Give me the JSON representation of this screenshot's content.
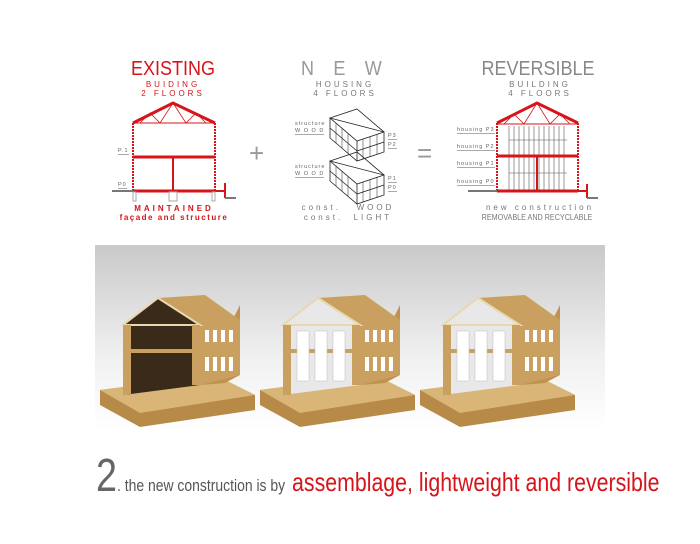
{
  "colors": {
    "accent": "#d7141a",
    "gray": "#888888",
    "wood": "#c9a060"
  },
  "existing": {
    "title": "EXISTING",
    "sub1": "BUIDING",
    "sub2": "2 FLOORS",
    "levels": [
      "P.1",
      "P0"
    ],
    "note1": "MAINTAINED",
    "note2": "façade and structure"
  },
  "plus": "+",
  "new": {
    "title": "N E W",
    "sub1": "HOUSING",
    "sub2": "4 FLOORS",
    "structure": "structure",
    "wood": "W O O D",
    "levels_top": [
      "P3",
      "P2"
    ],
    "levels_bottom": [
      "P1",
      "P0"
    ],
    "note1": "const.   WOOD",
    "note2": "const.  LIGHT"
  },
  "equals": "=",
  "reversible": {
    "title": "REVERSIBLE",
    "sub1": "BUILDING",
    "sub2": "4 FLOORS",
    "levels": [
      "housing  P3",
      "housing  P2",
      "housing  P1",
      "housing  P0"
    ],
    "note1": "new construction",
    "note2": "REMOVABLE AND RECYCLABLE"
  },
  "caption": {
    "number": "2",
    "text": ". the new construction is by",
    "highlight": "assemblage, lightweight and reversible"
  }
}
